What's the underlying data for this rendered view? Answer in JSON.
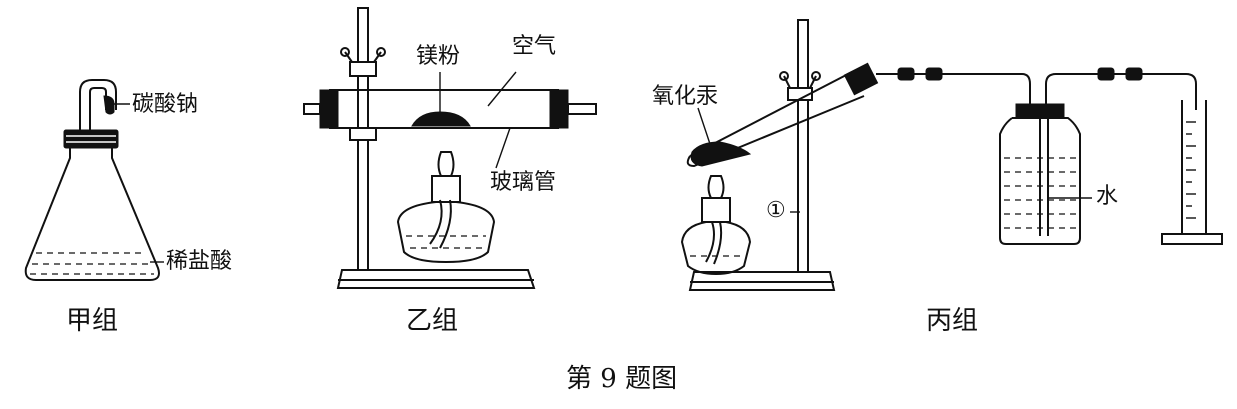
{
  "groups": {
    "jia": {
      "caption": "甲组",
      "labels": {
        "sodium_carbonate": "碳酸钠",
        "dilute_hcl": "稀盐酸"
      }
    },
    "yi": {
      "caption": "乙组",
      "labels": {
        "magnesium_powder": "镁粉",
        "air": "空气",
        "glass_tube": "玻璃管"
      }
    },
    "bing": {
      "caption": "丙组",
      "labels": {
        "mercuric_oxide": "氧化汞",
        "marker_1": "①",
        "water": "水"
      }
    }
  },
  "figure_caption": "第 9 题图"
}
